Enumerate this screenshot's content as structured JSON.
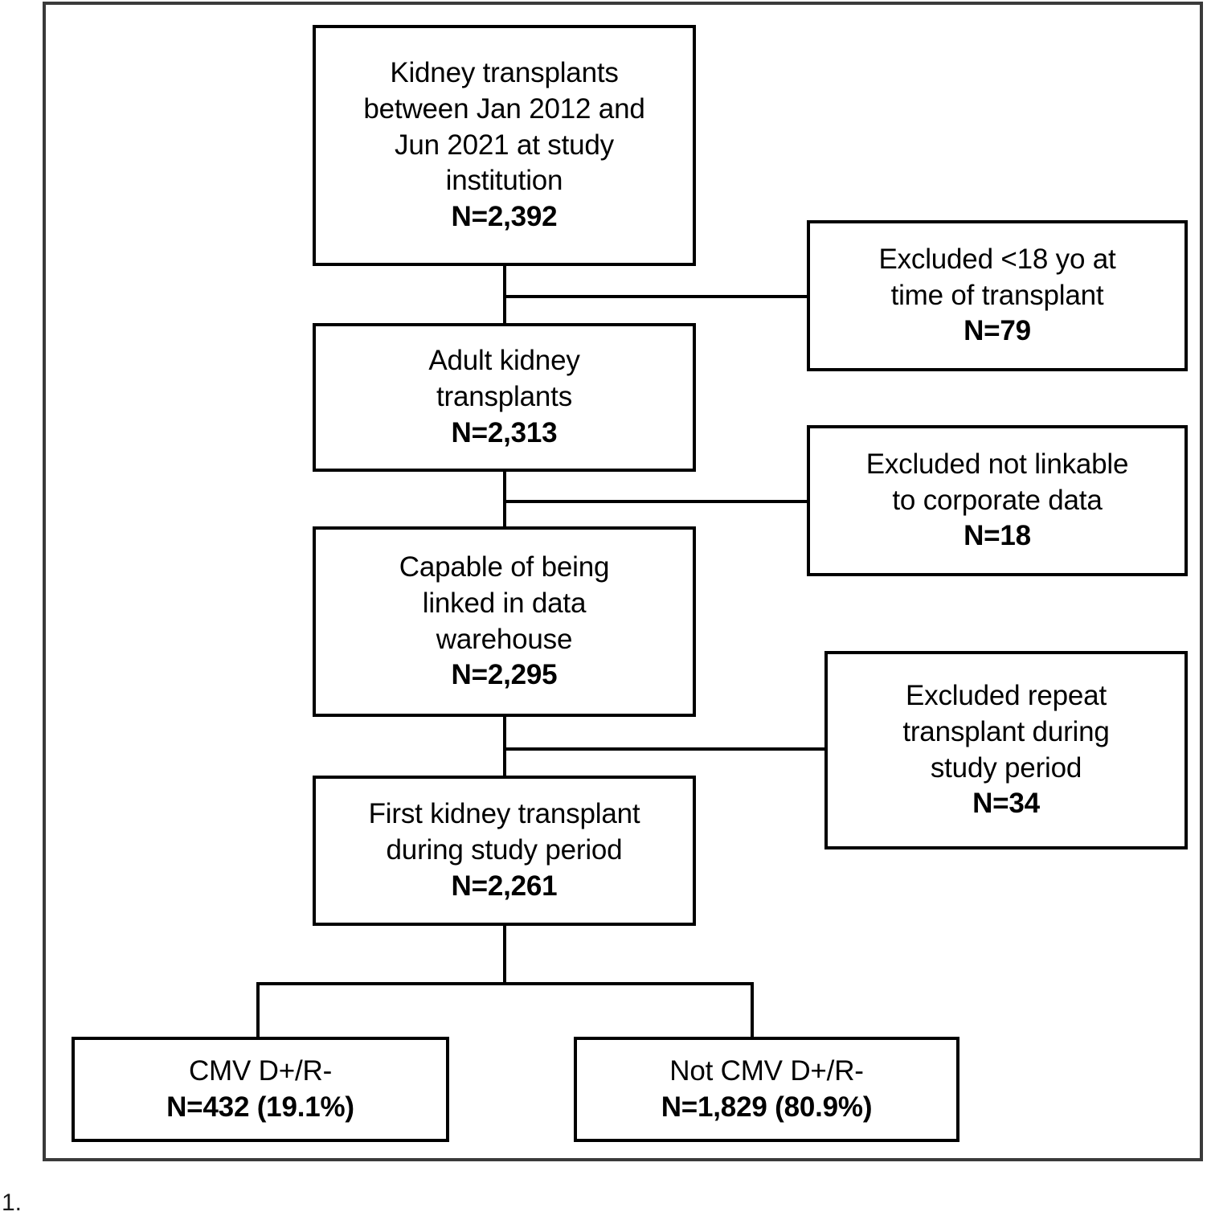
{
  "figure": {
    "caption": "1.",
    "frame_color": "#3a3a3a",
    "box_border_color": "#000000",
    "background": "#ffffff"
  },
  "flow": {
    "main_steps": [
      {
        "id": "kidney-transplants-total",
        "lines": [
          "Kidney transplants",
          "between Jan 2012 and",
          "Jun 2021 at study",
          "institution"
        ],
        "count": "N=2,392"
      },
      {
        "id": "adult-kidney-transplants",
        "lines": [
          "Adult kidney",
          "transplants"
        ],
        "count": "N=2,313"
      },
      {
        "id": "linkable-data-warehouse",
        "lines": [
          "Capable of being",
          "linked in data",
          "warehouse"
        ],
        "count": "N=2,295"
      },
      {
        "id": "first-kidney-transplant",
        "lines": [
          "First kidney transplant",
          "during study period"
        ],
        "count": "N=2,261"
      }
    ],
    "exclusions": [
      {
        "id": "excluded-under-18",
        "lines": [
          "Excluded <18 yo at",
          "time of transplant"
        ],
        "count": "N=79"
      },
      {
        "id": "excluded-not-linkable",
        "lines": [
          "Excluded not linkable",
          "to corporate data"
        ],
        "count": "N=18"
      },
      {
        "id": "excluded-repeat-transplant",
        "lines": [
          "Excluded repeat",
          "transplant during",
          "study period"
        ],
        "count": "N=34"
      }
    ],
    "outcomes": [
      {
        "id": "cmv-dpos-rneg",
        "lines": [
          "CMV D+/R-"
        ],
        "count": "N=432 (19.1%)"
      },
      {
        "id": "not-cmv-dpos-rneg",
        "lines": [
          "Not CMV D+/R-"
        ],
        "count": "N=1,829 (80.9%)"
      }
    ]
  },
  "chart_data": {
    "type": "diagram",
    "title": "Study cohort selection flow diagram",
    "nodes": [
      {
        "id": "kidney-transplants-total",
        "label": "Kidney transplants between Jan 2012 and Jun 2021 at study institution",
        "n": 2392
      },
      {
        "id": "excluded-under-18",
        "label": "Excluded <18 yo at time of transplant",
        "n": 79
      },
      {
        "id": "adult-kidney-transplants",
        "label": "Adult kidney transplants",
        "n": 2313
      },
      {
        "id": "excluded-not-linkable",
        "label": "Excluded not linkable to corporate data",
        "n": 18
      },
      {
        "id": "linkable-data-warehouse",
        "label": "Capable of being linked in data warehouse",
        "n": 2295
      },
      {
        "id": "excluded-repeat-transplant",
        "label": "Excluded repeat transplant during study period",
        "n": 34
      },
      {
        "id": "first-kidney-transplant",
        "label": "First kidney transplant during study period",
        "n": 2261
      },
      {
        "id": "cmv-dpos-rneg",
        "label": "CMV D+/R-",
        "n": 432,
        "percent": 19.1
      },
      {
        "id": "not-cmv-dpos-rneg",
        "label": "Not CMV D+/R-",
        "n": 1829,
        "percent": 80.9
      }
    ],
    "edges": [
      {
        "from": "kidney-transplants-total",
        "to": "excluded-under-18"
      },
      {
        "from": "kidney-transplants-total",
        "to": "adult-kidney-transplants"
      },
      {
        "from": "adult-kidney-transplants",
        "to": "excluded-not-linkable"
      },
      {
        "from": "adult-kidney-transplants",
        "to": "linkable-data-warehouse"
      },
      {
        "from": "linkable-data-warehouse",
        "to": "excluded-repeat-transplant"
      },
      {
        "from": "linkable-data-warehouse",
        "to": "first-kidney-transplant"
      },
      {
        "from": "first-kidney-transplant",
        "to": "cmv-dpos-rneg"
      },
      {
        "from": "first-kidney-transplant",
        "to": "not-cmv-dpos-rneg"
      }
    ]
  }
}
